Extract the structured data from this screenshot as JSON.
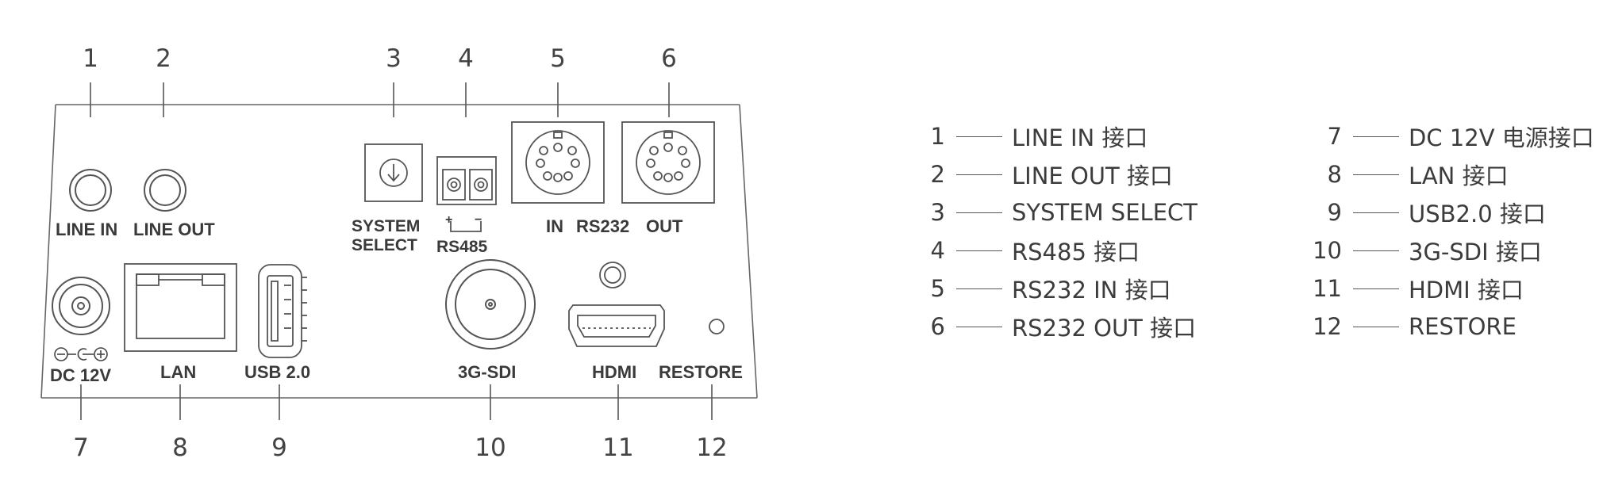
{
  "panel": {
    "callouts": [
      "1",
      "2",
      "3",
      "4",
      "5",
      "6",
      "7",
      "8",
      "9",
      "10",
      "11",
      "12"
    ],
    "labels": {
      "line_in": "LINE IN",
      "line_out": "LINE OUT",
      "system_line1": "SYSTEM",
      "system_line2": "SELECT",
      "rs485": "RS485",
      "rs485_plus": "+",
      "rs485_minus": "−",
      "rs232_in": "IN",
      "rs232": "RS232",
      "rs232_out": "OUT",
      "dc12v": "DC 12V",
      "lan": "LAN",
      "usb": "USB 2.0",
      "sdi": "3G-SDI",
      "hdmi": "HDMI",
      "restore": "RESTORE"
    }
  },
  "legend": {
    "left": [
      {
        "num": "1",
        "text": "LINE IN 接口"
      },
      {
        "num": "2",
        "text": "LINE OUT 接口"
      },
      {
        "num": "3",
        "text": "SYSTEM SELECT"
      },
      {
        "num": "4",
        "text": "RS485 接口"
      },
      {
        "num": "5",
        "text": "RS232 IN 接口"
      },
      {
        "num": "6",
        "text": "RS232 OUT 接口"
      }
    ],
    "right": [
      {
        "num": "7",
        "text": "DC 12V 电源接口"
      },
      {
        "num": "8",
        "text": "LAN 接口"
      },
      {
        "num": "9",
        "text": "USB2.0 接口"
      },
      {
        "num": "10",
        "text": "3G-SDI 接口"
      },
      {
        "num": "11",
        "text": "HDMI 接口"
      },
      {
        "num": "12",
        "text": "RESTORE"
      }
    ]
  }
}
